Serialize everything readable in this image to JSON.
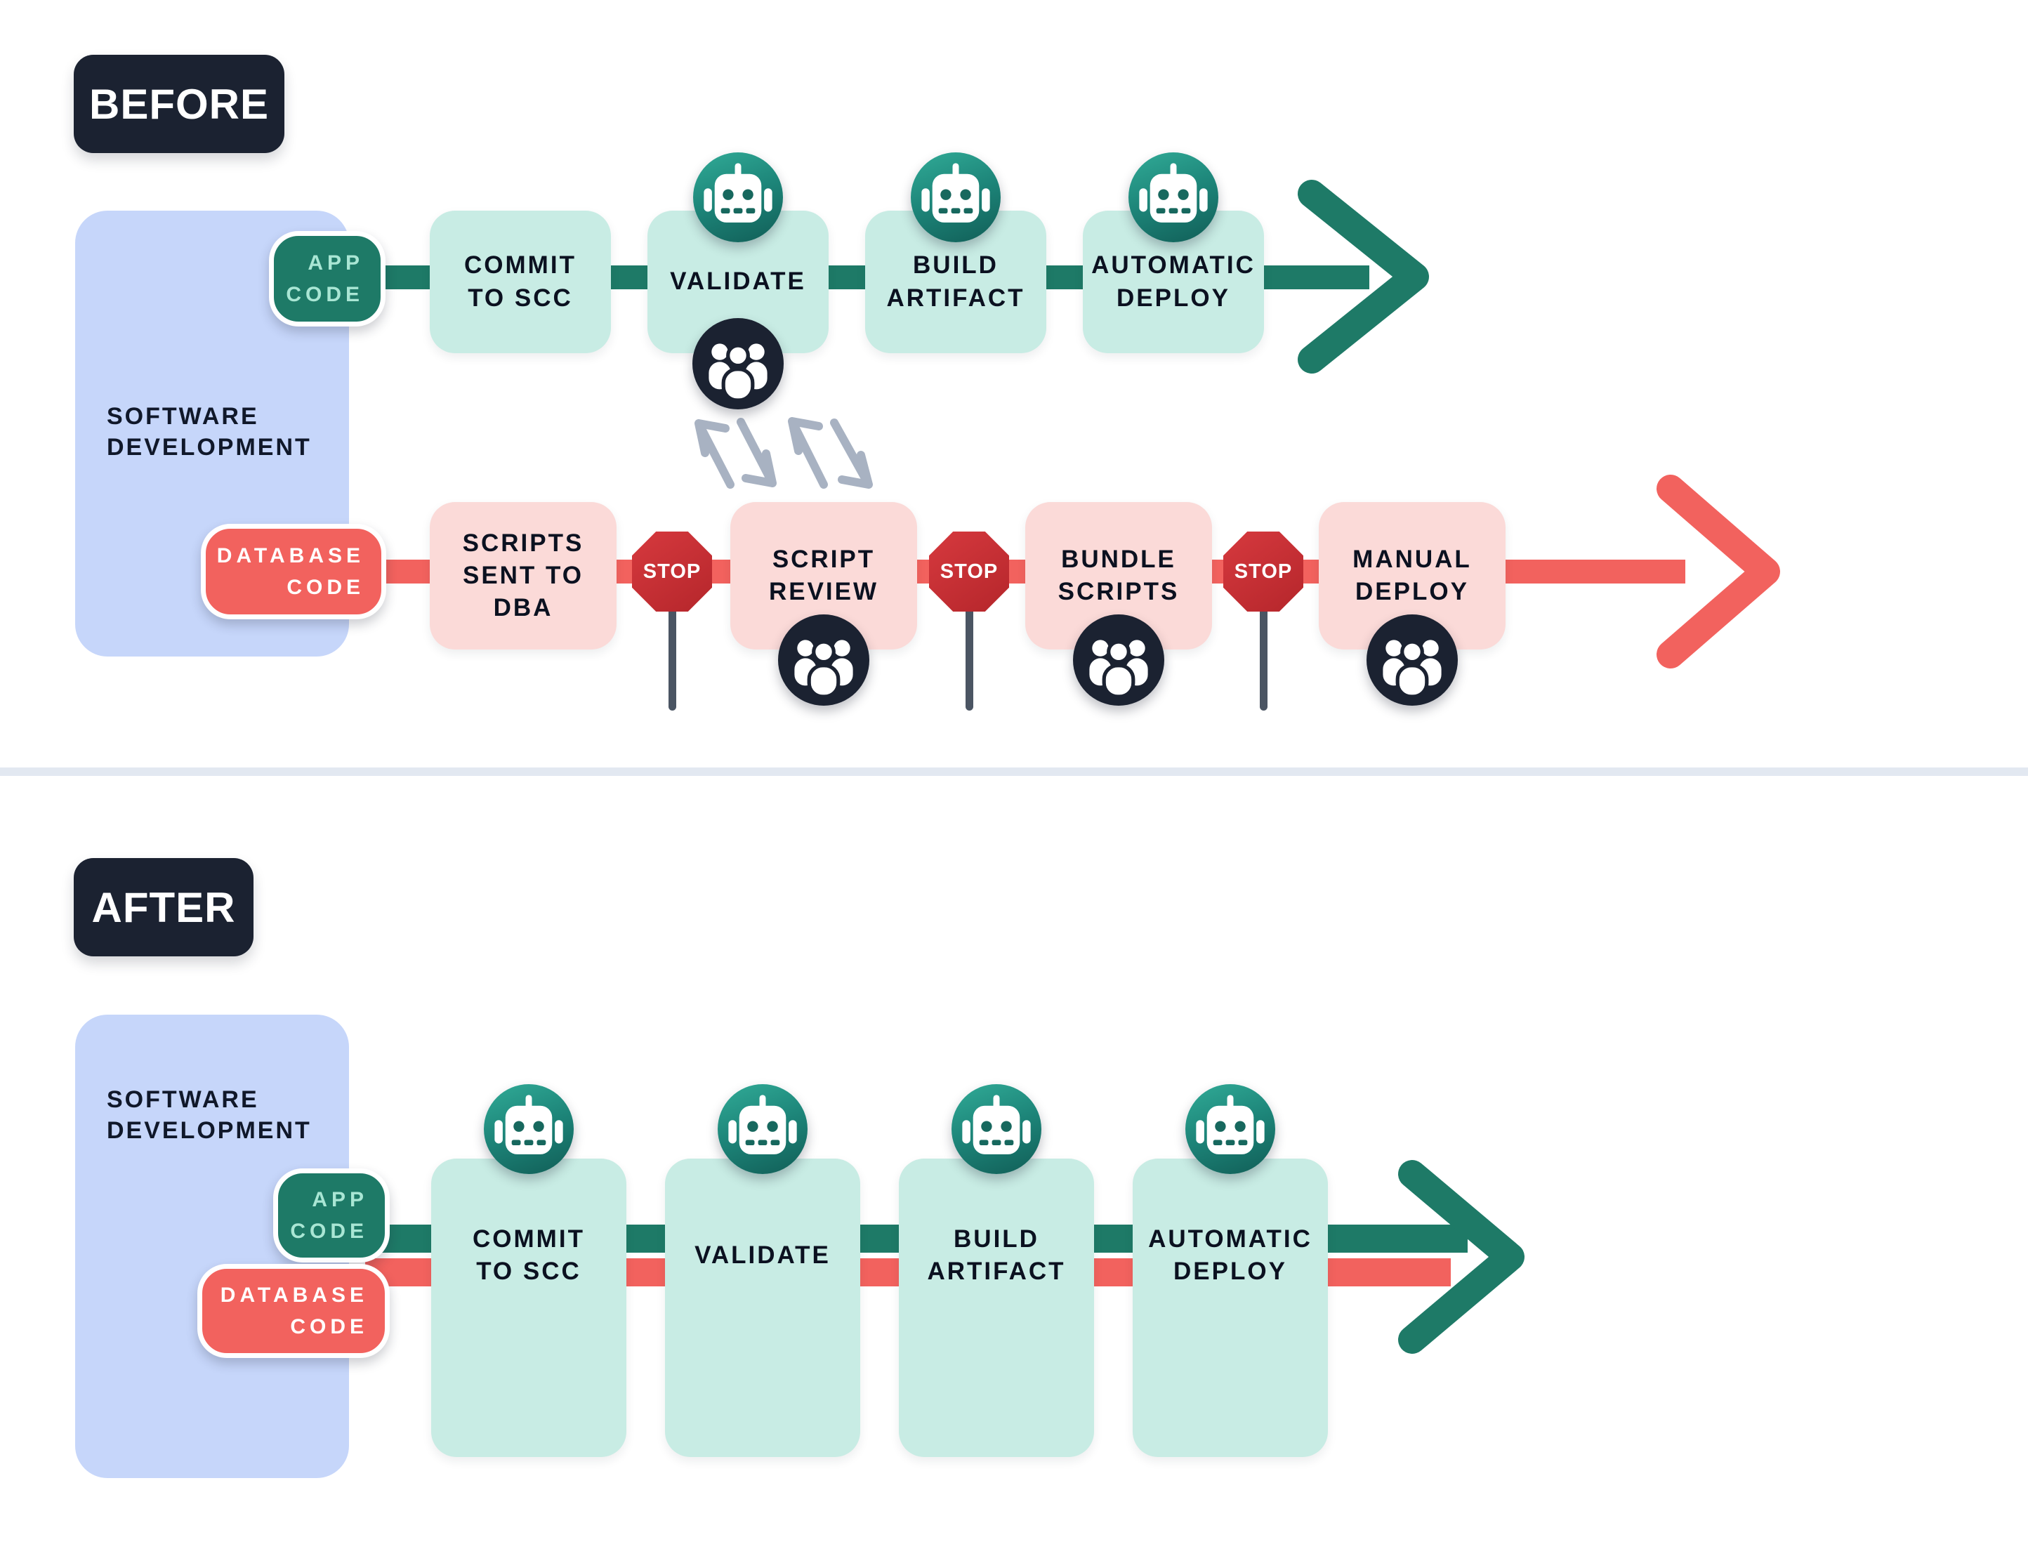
{
  "colors": {
    "teal": "#1e7a67",
    "teal_gradient_light": "#31ab97",
    "teal_gradient_dark": "#115e57",
    "mint_box": "#c8ece4",
    "mint_text": "#a9e6d4",
    "navy": "#1b2231",
    "ink": "#0b1120",
    "blue_panel": "#c6d6fa",
    "salmon": "#f2625e",
    "pink_box": "#fbdad8",
    "stop_red": "#c42a2e",
    "post_slate": "#4b5563",
    "zigzag_gray": "#a8b2c2",
    "divider": "#e2e8f1"
  },
  "before": {
    "badge": "BEFORE",
    "panel_title": "SOFTWARE\nDEVELOPMENT",
    "app_lane": {
      "pill": "APP\nCODE",
      "steps": [
        "COMMIT\nTO SCC",
        "VALIDATE",
        "BUILD\nARTIFACT",
        "AUTOMATIC\nDEPLOY"
      ]
    },
    "db_lane": {
      "pill": "DATABASE\nCODE",
      "stop_label": "STOP",
      "steps": [
        "SCRIPTS\nSENT TO\nDBA",
        "SCRIPT\nREVIEW",
        "BUNDLE\nSCRIPTS",
        "MANUAL\nDEPLOY"
      ]
    }
  },
  "after": {
    "badge": "AFTER",
    "panel_title": "SOFTWARE\nDEVELOPMENT",
    "app_pill": "APP\nCODE",
    "db_pill": "DATABASE\nCODE",
    "steps": [
      "COMMIT\nTO SCC",
      "VALIDATE",
      "BUILD\nARTIFACT",
      "AUTOMATIC\nDEPLOY"
    ]
  }
}
